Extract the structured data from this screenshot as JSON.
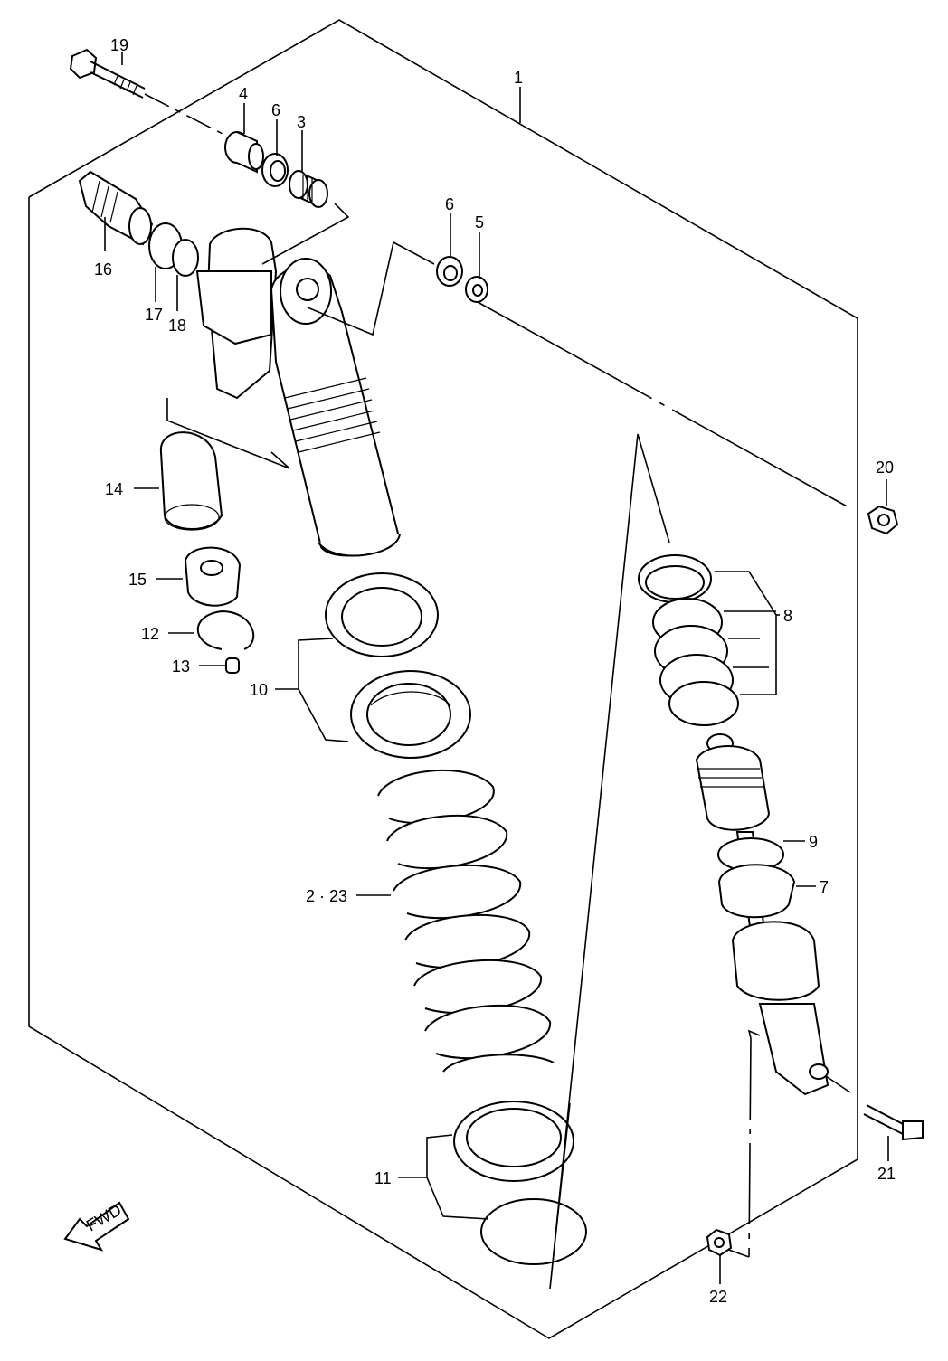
{
  "diagram": {
    "fwd_label": "FWD",
    "callouts": [
      {
        "id": "c1",
        "text": "1"
      },
      {
        "id": "c2",
        "text": "2 · 23"
      },
      {
        "id": "c3",
        "text": "3"
      },
      {
        "id": "c4",
        "text": "4"
      },
      {
        "id": "c5",
        "text": "5"
      },
      {
        "id": "c6a",
        "text": "6"
      },
      {
        "id": "c6b",
        "text": "6"
      },
      {
        "id": "c7",
        "text": "7"
      },
      {
        "id": "c8",
        "text": "8"
      },
      {
        "id": "c9",
        "text": "9"
      },
      {
        "id": "c10",
        "text": "10"
      },
      {
        "id": "c11",
        "text": "11"
      },
      {
        "id": "c12",
        "text": "12"
      },
      {
        "id": "c13",
        "text": "13"
      },
      {
        "id": "c14",
        "text": "14"
      },
      {
        "id": "c15",
        "text": "15"
      },
      {
        "id": "c16",
        "text": "16"
      },
      {
        "id": "c17",
        "text": "17"
      },
      {
        "id": "c18",
        "text": "18"
      },
      {
        "id": "c19",
        "text": "19"
      },
      {
        "id": "c20",
        "text": "20"
      },
      {
        "id": "c21",
        "text": "21"
      },
      {
        "id": "c22",
        "text": "22"
      }
    ]
  }
}
